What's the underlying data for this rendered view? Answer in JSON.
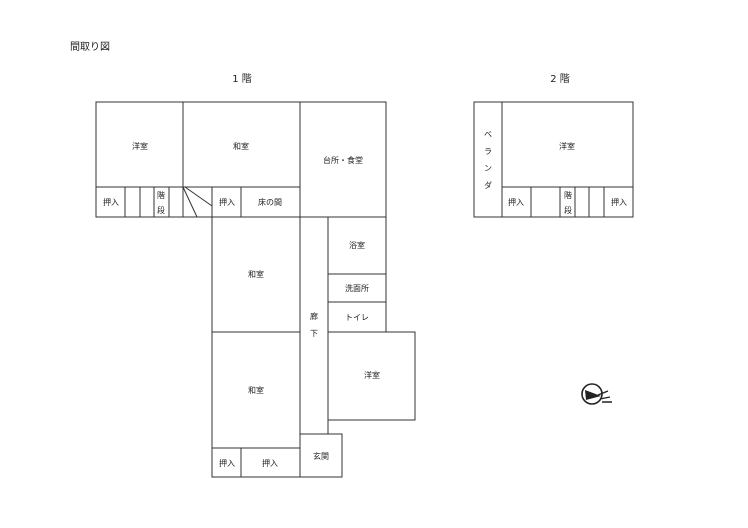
{
  "title": "間取り図",
  "floor1": {
    "heading": "1 階",
    "rooms": {
      "youshitsu_nw": "洋室",
      "washitsu_n": "和室",
      "kitchen": "台所・食堂",
      "oshiire_a": "押入",
      "stairs_a": "階",
      "stairs_b": "段",
      "oshiire_b": "押入",
      "tokonoma": "床の間",
      "washitsu_mid": "和室",
      "bath": "浴室",
      "washroom": "洗面所",
      "toilet": "トイレ",
      "corridor_a": "廊",
      "corridor_b": "下",
      "youshitsu_e": "洋室",
      "washitsu_s": "和室",
      "oshiire_c": "押入",
      "oshiire_d": "押入",
      "entrance": "玄関"
    }
  },
  "floor2": {
    "heading": "2 階",
    "rooms": {
      "veranda_1": "ベ",
      "veranda_2": "ラ",
      "veranda_3": "ン",
      "veranda_4": "ダ",
      "youshitsu": "洋室",
      "oshiire_a": "押入",
      "stairs_a": "階",
      "stairs_b": "段",
      "oshiire_b": "押入"
    }
  },
  "compass": {
    "icon": "compass-north-icon"
  }
}
